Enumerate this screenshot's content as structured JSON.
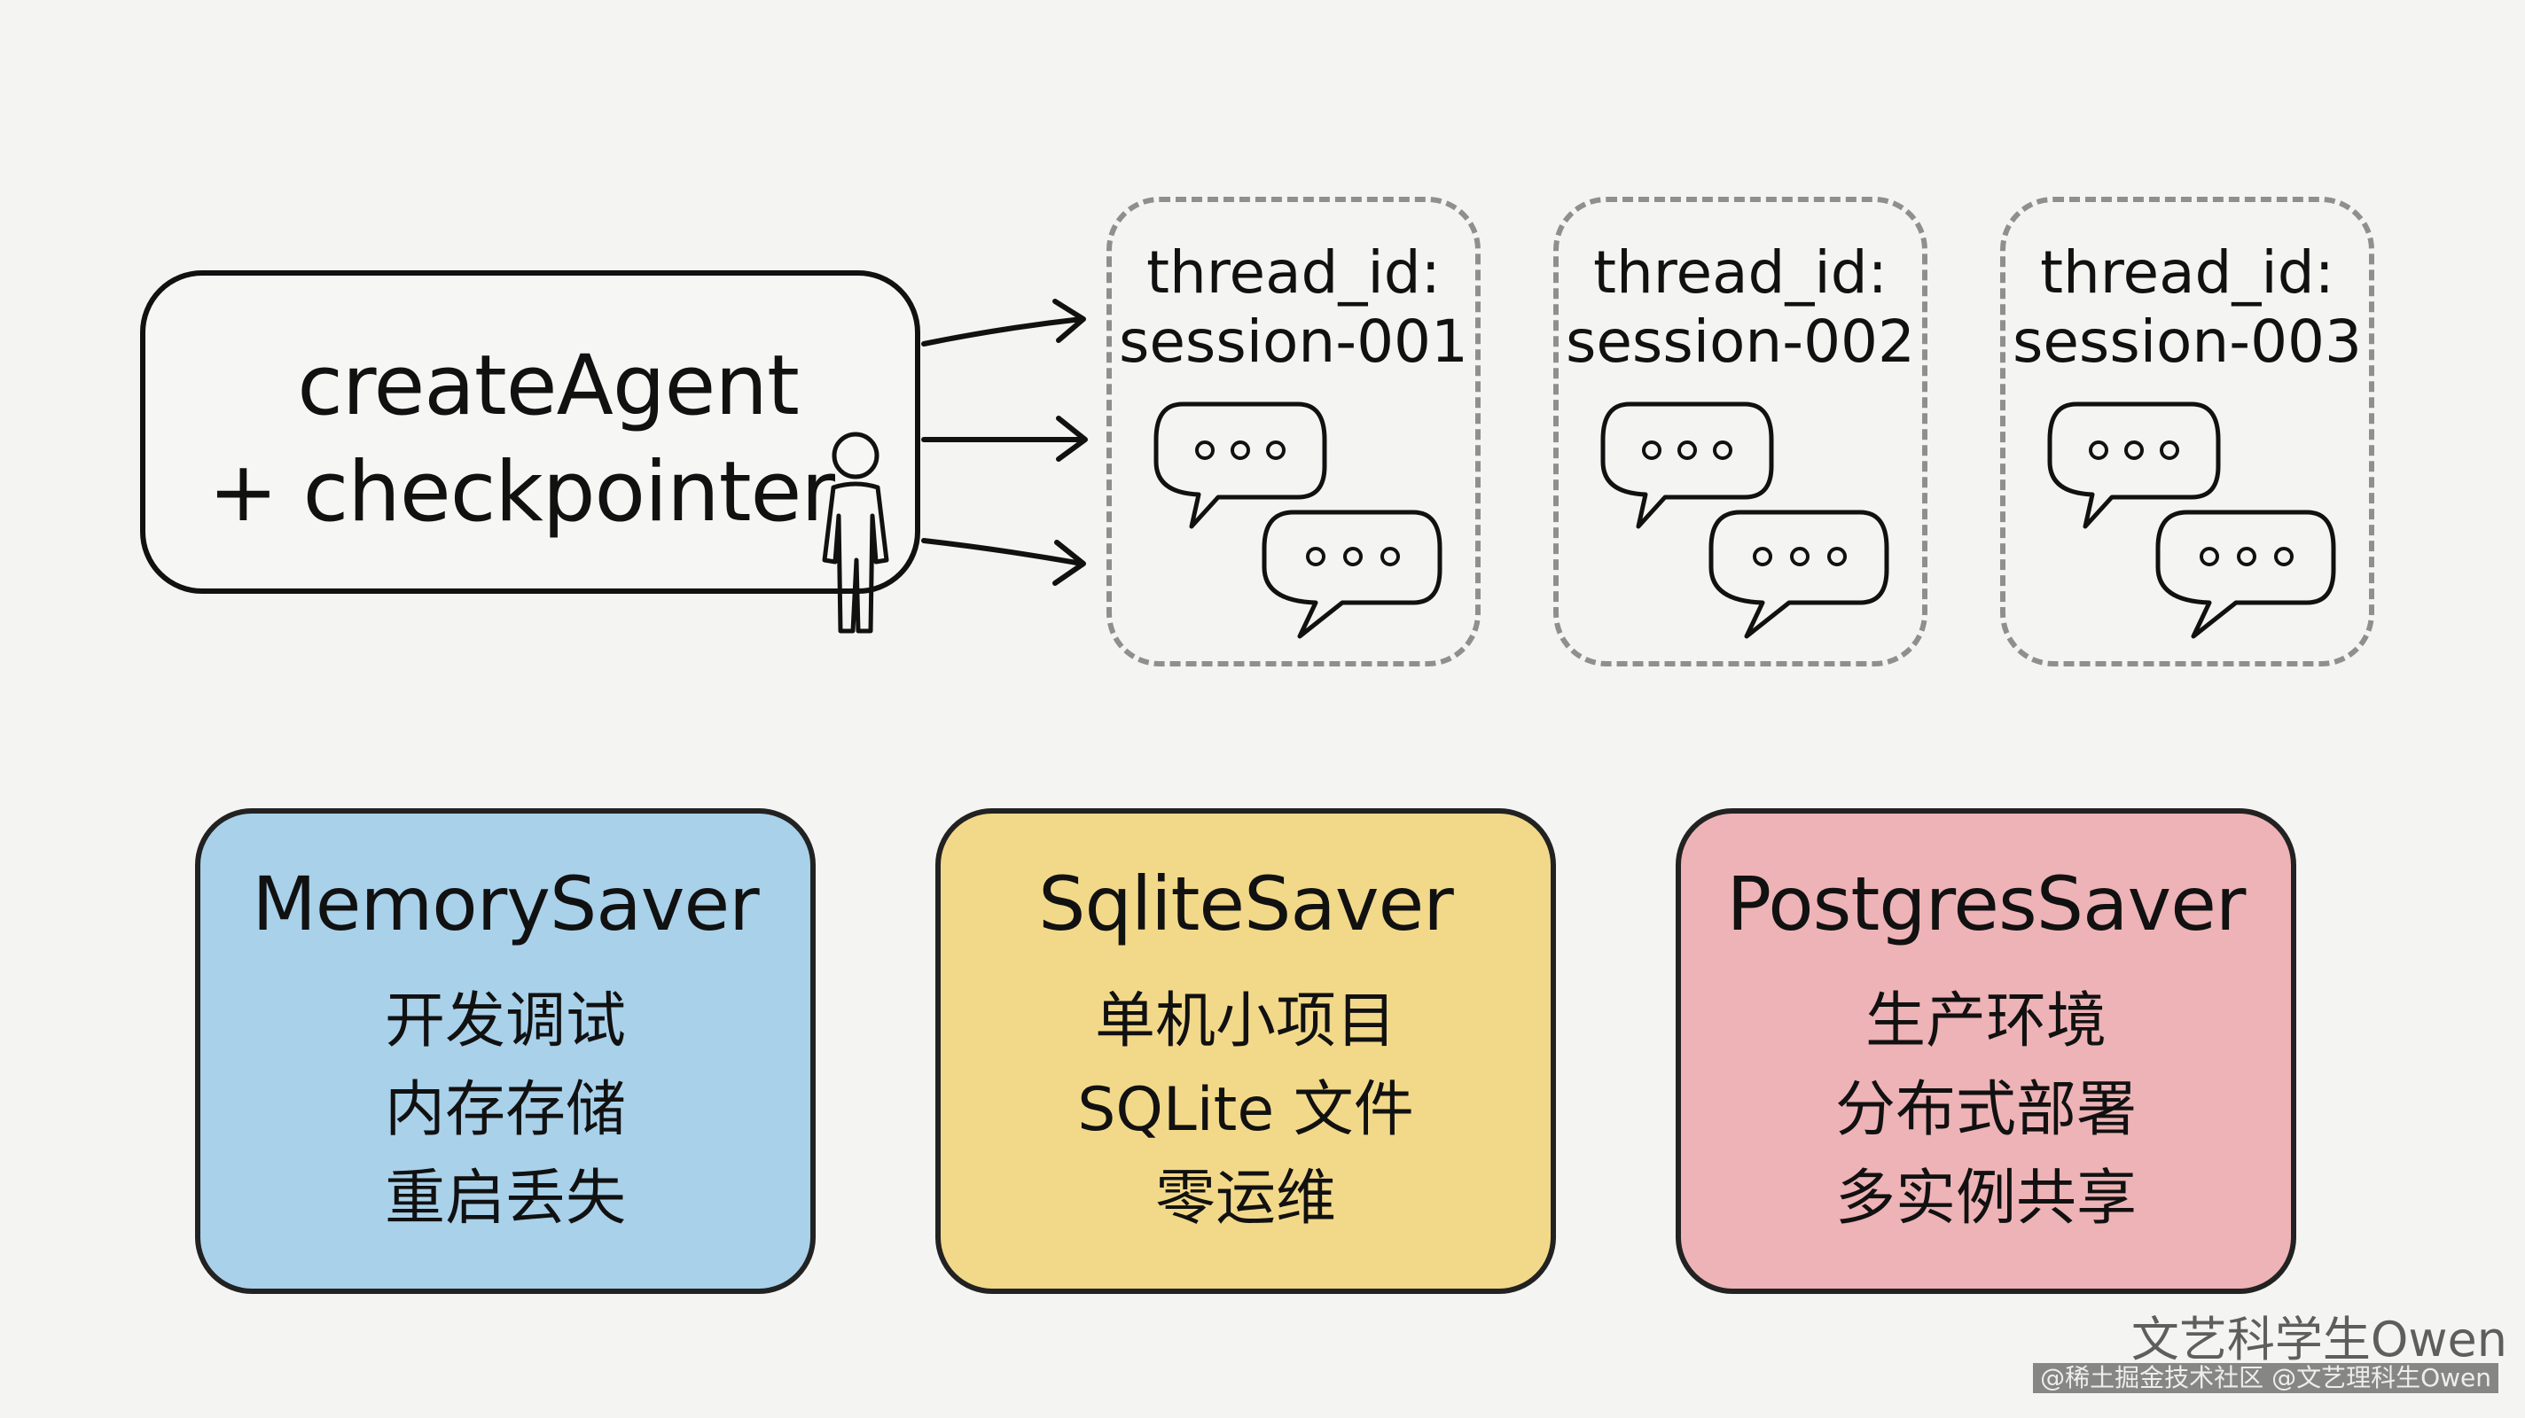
{
  "agent": {
    "line1": "createAgent",
    "line2": "+ checkpointer"
  },
  "threads": [
    {
      "label": "thread_id:",
      "session": "session-001"
    },
    {
      "label": "thread_id:",
      "session": "session-002"
    },
    {
      "label": "thread_id:",
      "session": "session-003"
    }
  ],
  "savers": [
    {
      "title": "MemorySaver",
      "lines": [
        "开发调试",
        "内存存储",
        "重启丢失"
      ],
      "color": "#a9d1ea"
    },
    {
      "title": "SqliteSaver",
      "lines": [
        "单机小项目",
        "SQLite 文件",
        "零运维"
      ],
      "color": "#f2d98a"
    },
    {
      "title": "PostgresSaver",
      "lines": [
        "生产环境",
        "分布式部署",
        "多实例共享"
      ],
      "color": "#eeb3b6"
    }
  ],
  "watermark": {
    "main": "文艺科学生Owen",
    "sub": "@稀土掘金技术社区 @文艺理科生Owen"
  }
}
